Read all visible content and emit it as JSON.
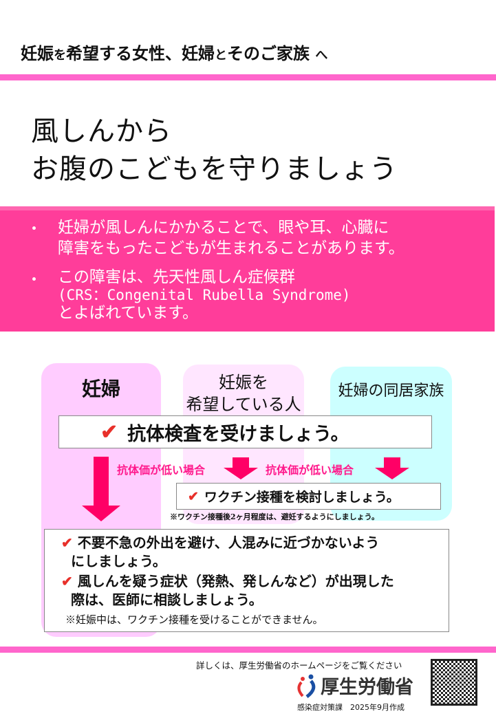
{
  "header": {
    "p1": "妊娠",
    "p2": "を",
    "p3": "希望する女性、妊婦",
    "p4": "と",
    "p5": "そのご家族",
    "p6": "へ"
  },
  "title": {
    "line1": "風しんから",
    "line2": "お腹のこどもを守りましょう"
  },
  "bullets": [
    {
      "lines": [
        "妊婦が風しんにかかることで、眼や耳、心臓に",
        "障害をもったこどもが生まれることがあります。"
      ]
    },
    {
      "lines": [
        "この障害は、先天性風しん症候群",
        "(CRS：Congenital Rubella Syndrome)",
        "とよばれています。"
      ]
    }
  ],
  "bullet_mark": "・",
  "columns": {
    "c1": "妊婦",
    "c2a": "妊娠を",
    "c2b": "希望している人",
    "c3": "妊婦の同居家族"
  },
  "check": "✔",
  "antibody_test": "抗体検査を受けましょう。",
  "low_titer": "抗体価が低い場合",
  "vaccine": "ワクチン接種を検討しましょう。",
  "vaccine_note": "※ワクチン接種後2ヶ月程度は、避妊するようにしましょう。",
  "advice": [
    {
      "lines": [
        "不要不急の外出を避け、人混みに近づかないよう",
        "にしましょう。"
      ]
    },
    {
      "lines": [
        "風しんを疑う症状（発熱、発しんなど）が出現した",
        "際は、医師に相談しましょう。"
      ]
    }
  ],
  "pregnancy_note": "※妊娠中は、ワクチン接種を受けることができません。",
  "footer": {
    "details": "詳しくは、厚生労働省のホームページをご覧ください",
    "ministry": "厚生労働省",
    "dept": "感染症対策課　2025年9月作成"
  },
  "colors": {
    "pink": "#ff66cc",
    "hot": "#ff3d9a",
    "arrow": "#ff0066"
  }
}
